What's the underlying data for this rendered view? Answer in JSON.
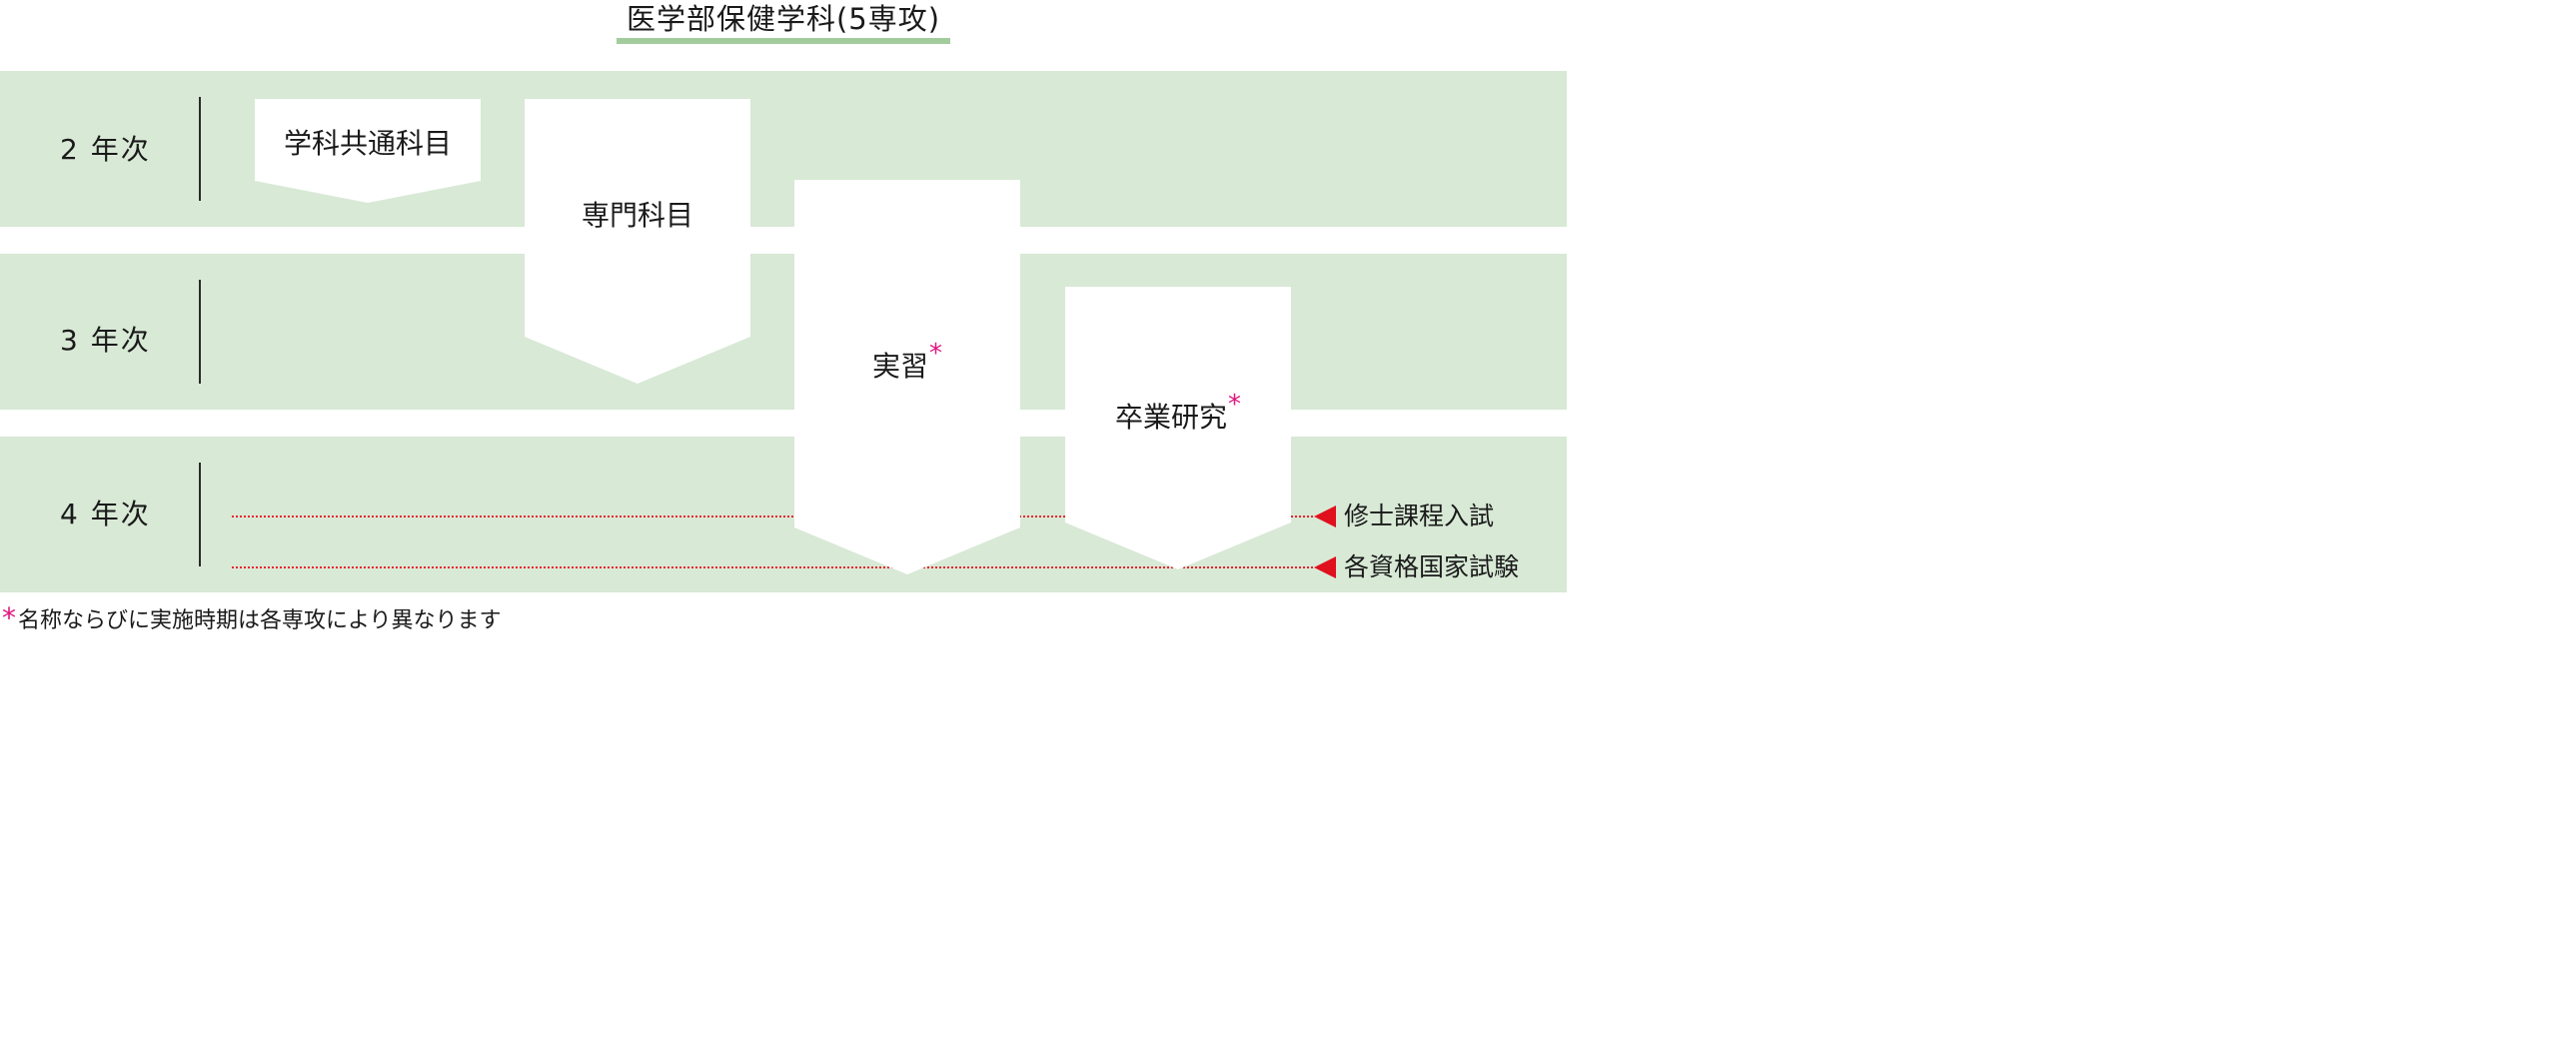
{
  "title": "医学部保健学科(5専攻)",
  "years": [
    {
      "label": "2 年次"
    },
    {
      "label": "3 年次"
    },
    {
      "label": "4 年次"
    }
  ],
  "blocks": [
    {
      "label": "学科共通科目",
      "starred": false
    },
    {
      "label": "専門科目",
      "starred": false
    },
    {
      "label": "実習",
      "starred": true
    },
    {
      "label": "卒業研究",
      "starred": true
    }
  ],
  "star_mark": "*",
  "outcomes": [
    {
      "label": "修士課程入試"
    },
    {
      "label": "各資格国家試験"
    }
  ],
  "footnote": {
    "mark": "*",
    "text": "名称ならびに実施時期は各専攻により異なります"
  },
  "colors": {
    "band": "#d8e9d6",
    "title_underline": "#a3cc9e",
    "star": "#e0147f",
    "arrow": "#e0101d",
    "dotted_line": "#e8232f"
  }
}
